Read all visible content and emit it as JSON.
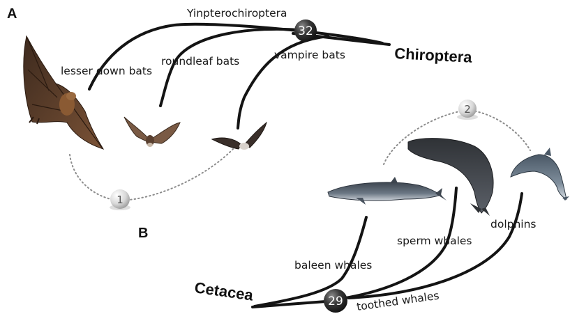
{
  "panels": {
    "a": "A",
    "b": "B"
  },
  "chiroptera": {
    "group_label": "Chiroptera",
    "clade_label": "Yinpterochiroptera",
    "node_count": "32",
    "branches": {
      "lesser_down_bats": "lesser down bats",
      "roundleaf_bats": "roundleaf bats",
      "vampire_bats": "vampire bats"
    },
    "convergence_marker": "1"
  },
  "cetacea": {
    "group_label": "Cetacea",
    "clade_label": "toothed whales",
    "node_count": "29",
    "branches": {
      "baleen_whales": "baleen whales",
      "sperm_whales": "sperm whales",
      "dolphins": "dolphins"
    },
    "convergence_marker": "2"
  },
  "icons": [
    "fruit-bat-icon",
    "roundleaf-bat-icon",
    "vampire-bat-icon",
    "baleen-whale-icon",
    "sperm-whale-icon",
    "dolphin-icon"
  ],
  "colors": {
    "node_dark": "#2b2b2b",
    "marker_light": "#d9d9d9",
    "bat_brown": "#6b4a32",
    "whale_gray": "#5d6a78"
  }
}
